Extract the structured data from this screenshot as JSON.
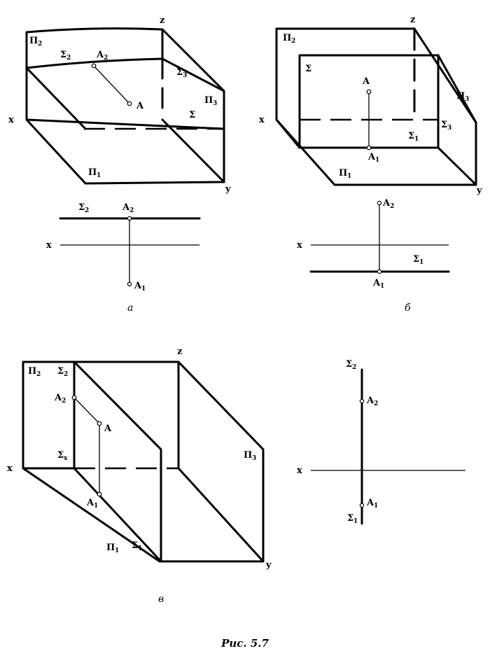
{
  "labels": {
    "x": "x",
    "y": "y",
    "z": "z",
    "pi1": "П",
    "pi2": "П",
    "pi3": "П",
    "sigma": "Σ",
    "sub_1": "1",
    "sub_2": "2",
    "sub_3": "3",
    "sub_x": "x",
    "A": "A"
  },
  "captions": {
    "a": "а",
    "b": "б",
    "v": "в"
  },
  "figure_caption": "Рис. 5.7"
}
